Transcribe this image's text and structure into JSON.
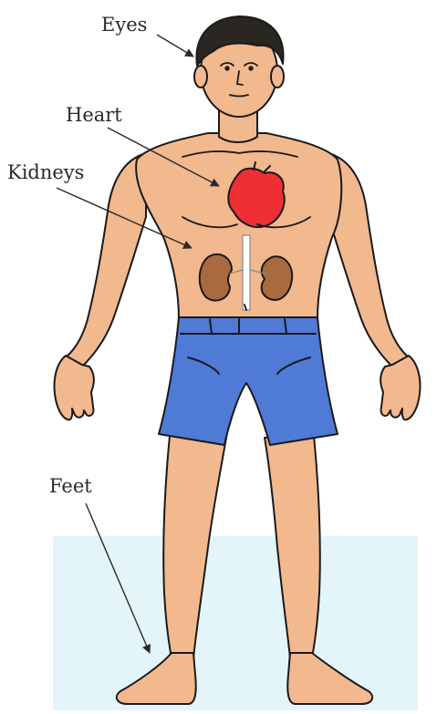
{
  "labels": {
    "eyes": "Eyes",
    "heart": "Heart",
    "kidneys": "Kidneys",
    "feet": "Feet"
  },
  "colors": {
    "skin": "#f2b88e",
    "outline": "#1a1a1a",
    "hair": "#2a2622",
    "heart": "#ee2f33",
    "kidneys": "#a86a3e",
    "shorts": "#4f7ad6",
    "floor": "#e3f5fb"
  }
}
